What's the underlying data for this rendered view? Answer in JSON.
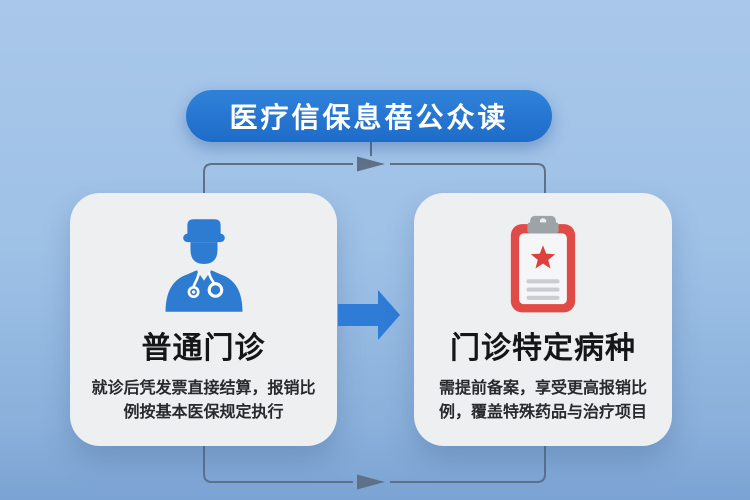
{
  "header": {
    "title": "医疗信保息蓓公众读"
  },
  "cards": {
    "left": {
      "title": "普通门诊",
      "description": "就诊后凭发票直接结算，报销比例按基本医保规定执行",
      "icon": "doctor-icon"
    },
    "right": {
      "title": "门诊特定病种",
      "description": "需提前备案，享受更高报销比例，覆盖特殊药品与治疗项目",
      "icon": "clipboard-star-icon"
    }
  },
  "colors": {
    "accent-blue": "#2F82DA",
    "accent-blue-dark": "#1E6CC9",
    "connector": "#5E7189",
    "card-bg": "#EDEFF1",
    "doctor-blue": "#2E7CD2",
    "clipboard-red": "#E14B47",
    "star-red": "#DF403C",
    "clip-gray": "#9EA3A8",
    "doc-line-gray": "#C9CDD1",
    "panel-white": "#F5F6F7",
    "title-color": "#151618",
    "body-color": "#27292C",
    "flow-arrow": "#2F7CD6",
    "bg-top": "#A9C7EA",
    "bg-bottom": "#7BA3D3"
  }
}
